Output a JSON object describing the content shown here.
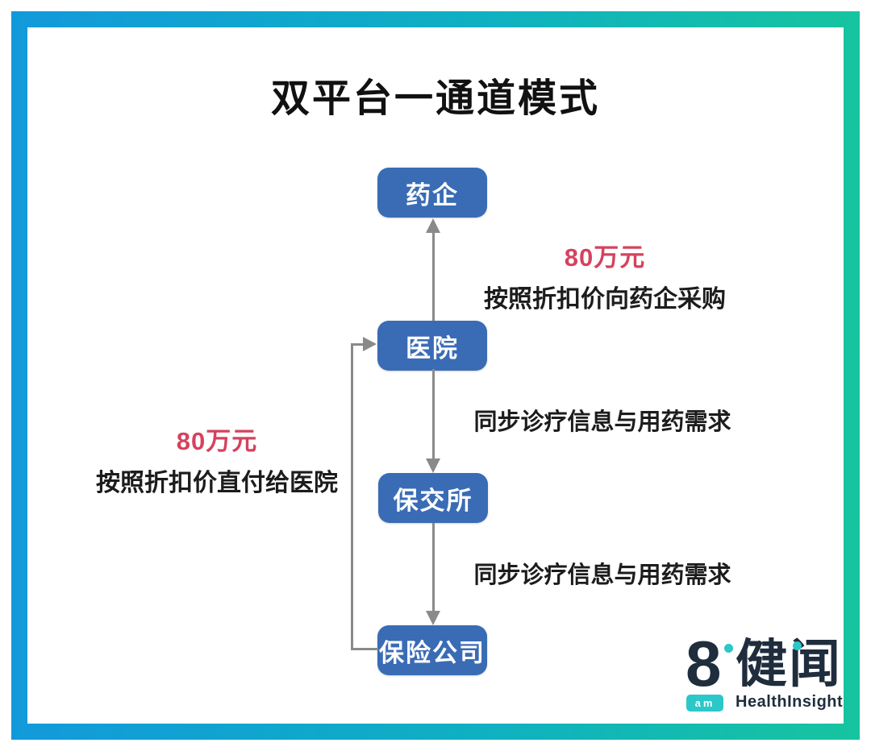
{
  "title": "双平台一通道模式",
  "diagram": {
    "nodes": [
      {
        "id": "pharma",
        "label": "药企"
      },
      {
        "id": "hospital",
        "label": "医院"
      },
      {
        "id": "exchange",
        "label": "保交所"
      },
      {
        "id": "insurer",
        "label": "保险公司"
      }
    ],
    "edges": [
      {
        "from": "hospital",
        "to": "pharma",
        "amount": "80万元",
        "label": "按照折扣价向药企采购"
      },
      {
        "from": "hospital",
        "to": "exchange",
        "label": "同步诊疗信息与用药需求"
      },
      {
        "from": "exchange",
        "to": "insurer",
        "label": "同步诊疗信息与用药需求"
      },
      {
        "from": "insurer",
        "to": "hospital",
        "amount": "80万元",
        "label": "按照折扣价直付给医院"
      }
    ]
  },
  "logo": {
    "numeral": "8",
    "badge": "am",
    "name_cjk": "健闻",
    "wordmark": "HealthInsight"
  },
  "colors": {
    "frame_gradient_start": "#1299db",
    "frame_gradient_end": "#17c49f",
    "node_fill": "#3a6cb5",
    "node_text": "#ffffff",
    "amount_red": "#d5425e",
    "text_black": "#1c1c1c",
    "arrow_gray": "#8a8a8a",
    "logo_navy": "#1f2d3d",
    "logo_teal": "#2bc7c9",
    "background": "#ffffff"
  }
}
